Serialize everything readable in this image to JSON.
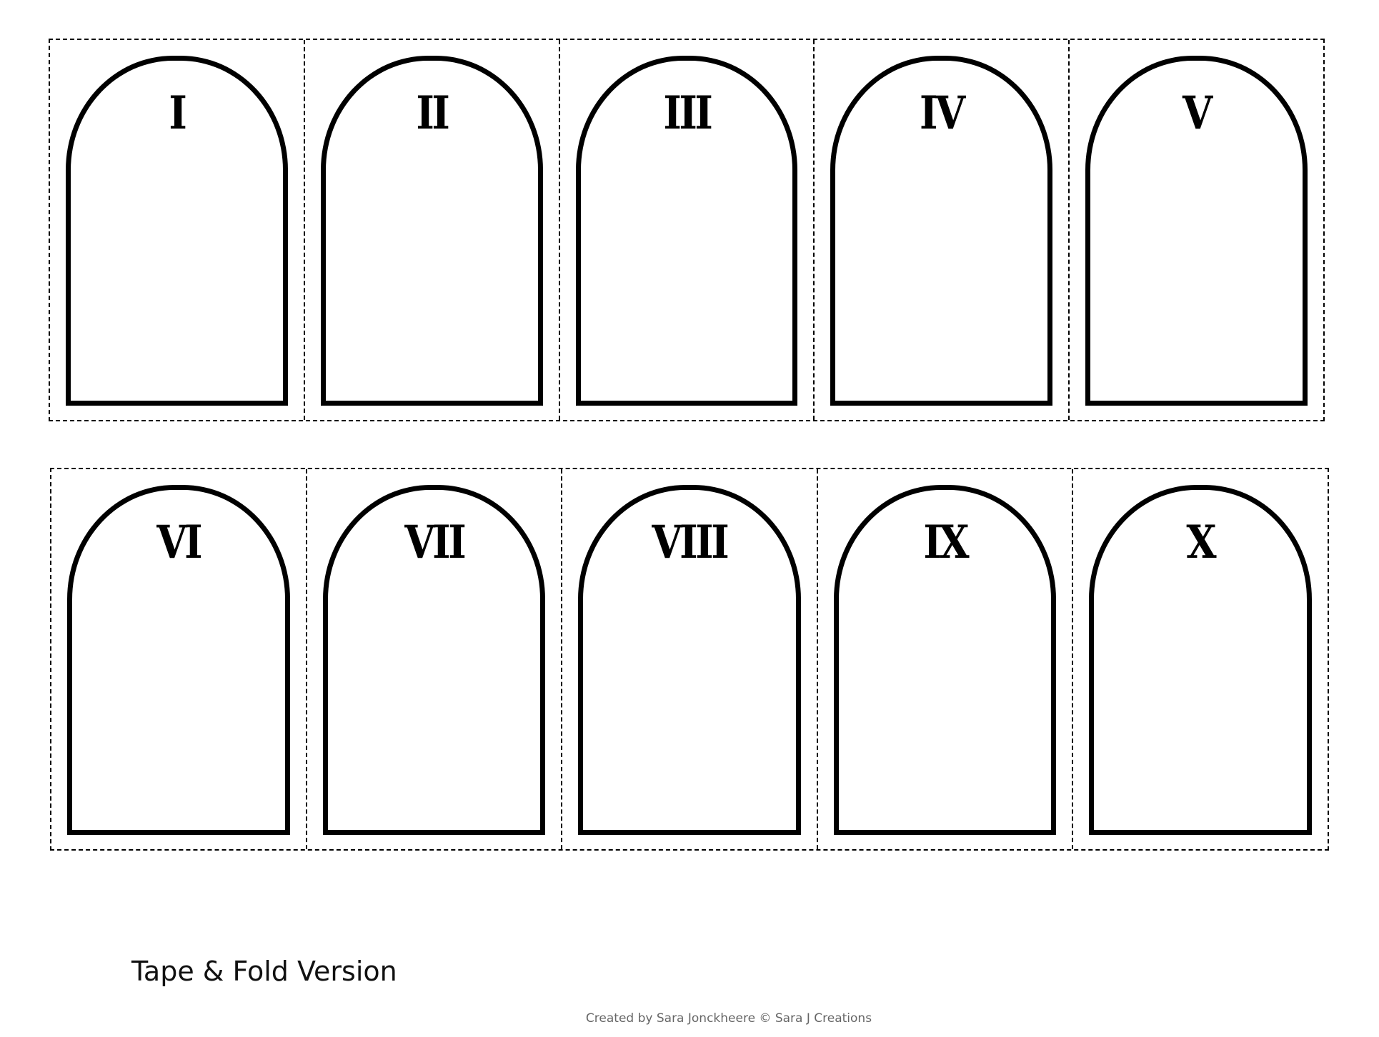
{
  "rows": [
    {
      "tablets": [
        "I",
        "II",
        "III",
        "IV",
        "V"
      ]
    },
    {
      "tablets": [
        "VI",
        "VII",
        "VIII",
        "IX",
        "X"
      ]
    }
  ],
  "caption": "Tape & Fold Version",
  "credit": "Created by Sara Jonckheere © Sara J Creations",
  "colors": {
    "ink": "#000000",
    "paper": "#ffffff",
    "credit_text": "#666666"
  }
}
